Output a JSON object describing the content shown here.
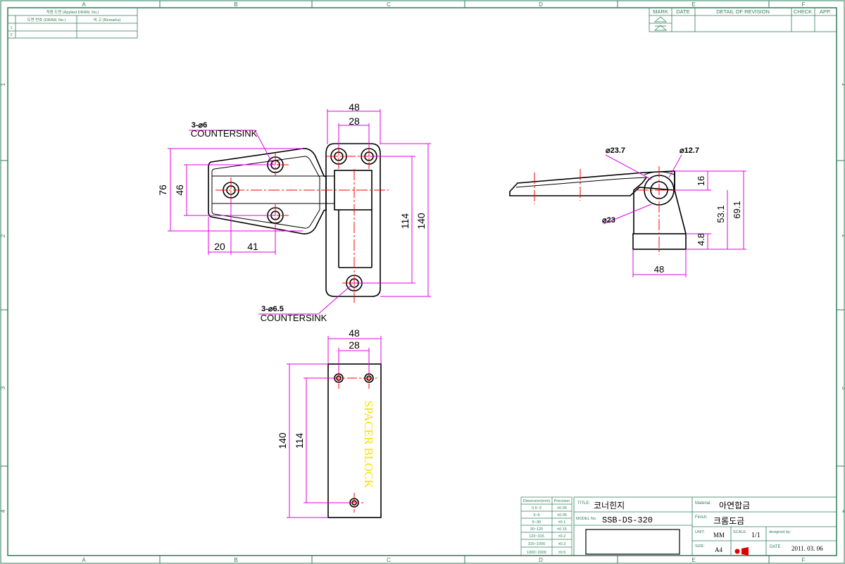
{
  "frame": {
    "col_labels": [
      "A",
      "B",
      "C",
      "D",
      "E",
      "F"
    ],
    "row_labels": [
      "1",
      "2",
      "3",
      "4"
    ]
  },
  "applied_table": {
    "header": "적용 도면 (Applied DRAW. No.)",
    "col1": "도면 번호 (DRAW. No.)",
    "col2": "비 고 (Remarks)",
    "rows": [
      "1",
      "2"
    ]
  },
  "revision_table": {
    "mark": "MARK",
    "date": "DATE",
    "detail": "DETAIL OF REVISION",
    "check": "CHECK",
    "approved": "APP."
  },
  "views": {
    "front": {
      "dim_48": "48",
      "dim_28": "28",
      "dim_76": "76",
      "dim_46": "46",
      "dim_114": "114",
      "dim_140": "140",
      "dim_20": "20",
      "dim_41": "41",
      "note_top_1": "3-⌀6",
      "note_top_2": "COUNTERSINK",
      "note_bottom_1": "3-⌀6.5",
      "note_bottom_2": "COUNTERSINK"
    },
    "side": {
      "dia_237": "⌀23.7",
      "dia_127": "⌀12.7",
      "dia_23": "⌀23",
      "dim_16": "16",
      "dim_531": "53.1",
      "dim_691": "69.1",
      "dim_48": "4.8",
      "dim_width": "48"
    },
    "spacer": {
      "dim_48": "48",
      "dim_28": "28",
      "dim_140": "140",
      "dim_114": "114",
      "label": "SPACER BLOCK"
    }
  },
  "tolerance_table": {
    "head_dim": "Dimension(mm)",
    "head_prec": "Precision",
    "rows": [
      {
        "dim": "0.5~3",
        "prec": "±0.05"
      },
      {
        "dim": "3~6",
        "prec": "±0.05"
      },
      {
        "dim": "6~30",
        "prec": "±0.1"
      },
      {
        "dim": "30~120",
        "prec": "±0.15"
      },
      {
        "dim": "120~315",
        "prec": "±0.2"
      },
      {
        "dim": "315~1000",
        "prec": "±0.3"
      },
      {
        "dim": "1000~2000",
        "prec": "±0.5"
      }
    ]
  },
  "title_block": {
    "title_label": "TITLE:",
    "title_value": "코너힌지",
    "model_label": "MODEL No.",
    "model_value": "SSB-DS-320",
    "material_label": "Material:",
    "material_value": "아연합금",
    "finish_label": "Finish:",
    "finish_value": "크롬도금",
    "unit_label": "UNIT:",
    "unit_value": "MM",
    "scale_label": "SCALE:",
    "scale_value": "1/1",
    "designed_label": "designed by:",
    "size_label": "SIZE:",
    "size_value": "A4",
    "date_label": "DATE :",
    "date_value": "2011. 03. 06"
  },
  "colors": {
    "frame": "#2e7d5b",
    "part": "#000000",
    "dimension": "#e000e0",
    "centerline": "#ff0000",
    "spacer_label": "#f5e100"
  }
}
